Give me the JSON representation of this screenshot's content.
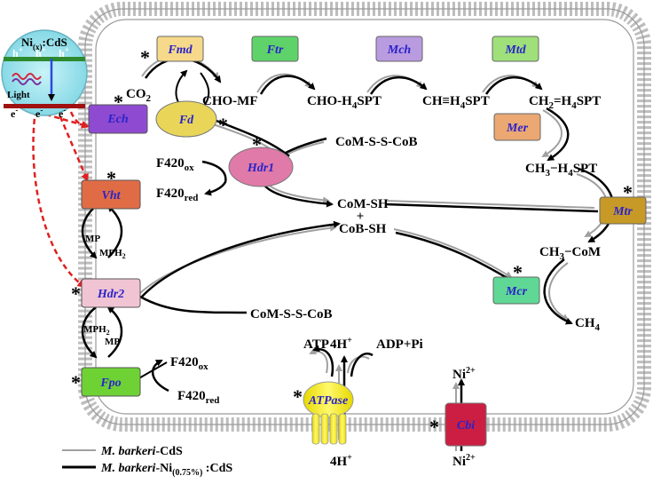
{
  "metabolites": {
    "co2": "CO",
    "co2_sub": "2",
    "cho_mf": "CHO-MF",
    "cho_h4spt_a": "CHO-H",
    "cho_h4spt_sub": "4",
    "cho_h4spt_b": "SPT",
    "ch_h4spt_a": "CH≡H",
    "ch_h4spt_sub": "4",
    "ch_h4spt_b": "SPT",
    "ch2_a": "CH",
    "ch2_sub": "2",
    "ch2_b": "=H",
    "ch2_sub2": "4",
    "ch2_c": "SPT",
    "ch3_a": "CH",
    "ch3_sub": "3",
    "ch3_b": "−H",
    "ch3_sub2": "4",
    "ch3_c": "SPT",
    "ch3_com_a": "CH",
    "ch3_com_sub": "3",
    "ch3_com_b": "−CoM",
    "ch4_a": "CH",
    "ch4_sub": "4",
    "com_s_s_cob_top": "CoM-S-S-CoB",
    "com_s_s_cob_bottom": "CoM-S-S-CoB",
    "com_sh": "CoM-SH",
    "plus": "+",
    "cob_sh": "CoB-SH",
    "f420": "F420",
    "ox": "ox",
    "red": "red",
    "mp": "MP",
    "mph2_a": "MPH",
    "mph2_sub": "2",
    "atp": "ATP",
    "adp_pi": "ADP+Pi",
    "h_plus": "4H",
    "ni": "Ni",
    "ni_charge": "2+"
  },
  "enzymes": {
    "fmd": "Fmd",
    "ftr": "Ftr",
    "mch": "Mch",
    "mtd": "Mtd",
    "mer": "Mer",
    "mtr": "Mtr",
    "mcr": "Mcr",
    "ech": "Ech",
    "fd": "Fd",
    "hdr1": "Hdr1",
    "vht": "Vht",
    "hdr2": "Hdr2",
    "fpo": "Fpo",
    "atpase": "ATPase",
    "cbi": "Cbi"
  },
  "star_symbol": "*",
  "nanoparticle": {
    "title_a": "Ni",
    "title_sub": "(x)",
    "title_b": ":CdS",
    "hole": "h",
    "hole_sup": "+",
    "light": "Light",
    "electron": "e",
    "electron_sup": "-"
  },
  "legend": [
    {
      "label": "M. barkeri",
      "suffix": "-CdS",
      "sub": "",
      "tail": "",
      "color": "#a0a0a0"
    },
    {
      "label": "M. barkeri",
      "suffix": "-Ni",
      "sub": "(0.75%)",
      "tail": " :CdS",
      "color": "#000000"
    }
  ],
  "colors": {
    "fmd": "#f6d98a",
    "ftr": "#5fd36a",
    "mch": "#b99be0",
    "mtd": "#9fe07a",
    "mer": "#eba872",
    "mtr": "#c79a28",
    "mcr": "#5fd895",
    "ech": "#8e4ad1",
    "fd": "#e9d659",
    "hdr1": "#e07aa8",
    "vht": "#e06c46",
    "hdr2": "#f1c4d4",
    "fpo": "#6ed235",
    "atpase": "#f7ee28",
    "cbi": "#cc1e43",
    "enzyme_text": "#2a23c9",
    "red_dash": "#e02020",
    "gray_line": "#a0a0a0",
    "nano_bg": "#a8e6f0",
    "band_green": "#2e8a2e",
    "band_red": "#a01010"
  }
}
